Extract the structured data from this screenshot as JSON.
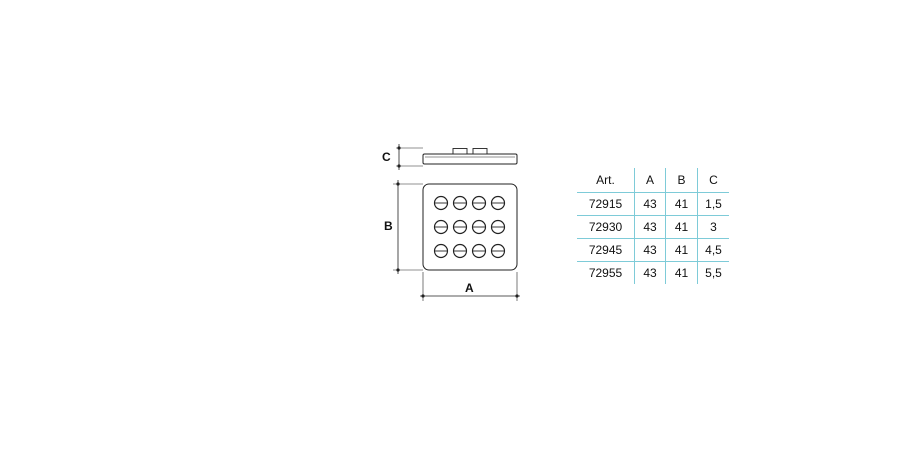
{
  "drawing": {
    "dim_c": "C",
    "dim_b": "B",
    "dim_a": "A",
    "hole_rows": 3,
    "hole_cols": 4,
    "line_color": "#222222",
    "fill_color": "#ffffff"
  },
  "table": {
    "grid_color": "#7ecbd8",
    "headers": [
      "Art.",
      "A",
      "B",
      "C"
    ],
    "rows": [
      [
        "72915",
        "43",
        "41",
        "1,5"
      ],
      [
        "72930",
        "43",
        "41",
        "3"
      ],
      [
        "72945",
        "43",
        "41",
        "4,5"
      ],
      [
        "72955",
        "43",
        "41",
        "5,5"
      ]
    ]
  }
}
